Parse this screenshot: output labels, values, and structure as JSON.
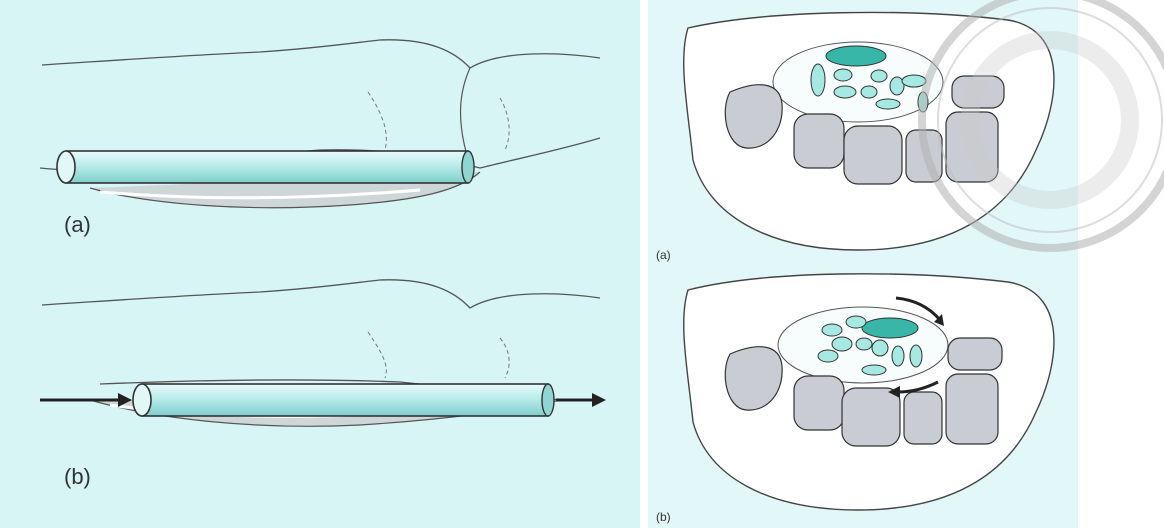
{
  "left_figure": {
    "label_a": "(a)",
    "label_b": "(b)"
  },
  "right_figure": {
    "label_a": "(a)",
    "label_b": "(b)"
  },
  "colors": {
    "left_background": "#d8f5f6",
    "right_background": "#e1f7f8",
    "tendon_fill": "#aee8e6",
    "tendon_dark": "#2aa89c",
    "bone_fill": "#c9ccd2",
    "seal_stroke": "#b0b0b0"
  },
  "icons": [
    "seal-watermark",
    "arrow-right-icon",
    "curved-arrow-icon"
  ]
}
